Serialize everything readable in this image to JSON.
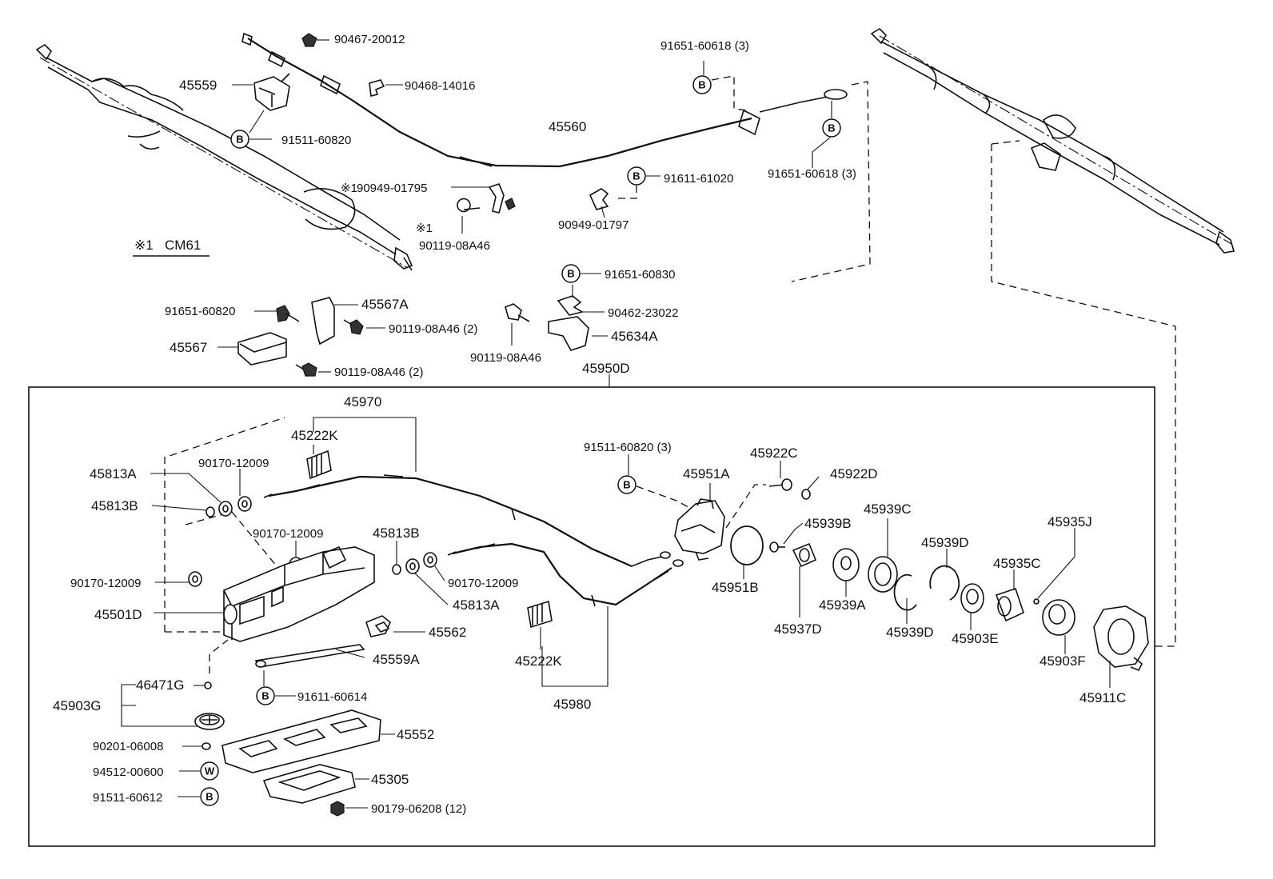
{
  "note": {
    "mark": "※1",
    "model": "CM61"
  },
  "labels": {
    "p90467_20012": "90467-20012",
    "p90468_14016": "90468-14016",
    "p45559": "45559",
    "p91511_60820_top": "91511-60820",
    "p45560": "45560",
    "p91651_60618_a": "91651-60618 (3)",
    "p91651_60618_b": "91651-60618 (3)",
    "p91611_61020": "91611-61020",
    "p90949_01795": "90949-01795",
    "p90949_01797": "90949-01797",
    "p90119_08A46_top": "90119-08A46",
    "p91651_60830": "91651-60830",
    "p90462_23022": "90462-23022",
    "p45634A": "45634A",
    "p90119_08A46_mid": "90119-08A46",
    "p45950D": "45950D",
    "p91651_60820": "91651-60820",
    "p45567A": "45567A",
    "p90119_08A46_2a": "90119-08A46 (2)",
    "p45567": "45567",
    "p90119_08A46_2b": "90119-08A46 (2)",
    "p45970": "45970",
    "p45222K_a": "45222K",
    "p45813A": "45813A",
    "p90170_12009_a": "90170-12009",
    "p45813B": "45813B",
    "p90170_12009_b": "90170-12009",
    "p45813B_b": "45813B",
    "p90170_12009_c": "90170-12009",
    "p90170_12009_d": "90170-12009",
    "p45813A_b": "45813A",
    "p45501D": "45501D",
    "p45562": "45562",
    "p45559A": "45559A",
    "p46471G": "46471G",
    "p45903G": "45903G",
    "p91611_60614": "91611-60614",
    "p45552": "45552",
    "p90201_06008": "90201-06008",
    "p94512_00600": "94512-00600",
    "p45305": "45305",
    "p91511_60612": "91511-60612",
    "p90179_06208": "90179-06208 (12)",
    "p45222K_b": "45222K",
    "p45980": "45980",
    "p91511_60820_3": "91511-60820 (3)",
    "p45951A": "45951A",
    "p45951B": "45951B",
    "p45922C": "45922C",
    "p45922D": "45922D",
    "p45939B": "45939B",
    "p45939C": "45939C",
    "p45937D": "45937D",
    "p45939A": "45939A",
    "p45939D_a": "45939D",
    "p45939D_b": "45939D",
    "p45903E": "45903E",
    "p45935C": "45935C",
    "p45935J": "45935J",
    "p45903F": "45903F",
    "p45911C": "45911C"
  },
  "symbols": {
    "bolt": "B",
    "washer": "W"
  }
}
